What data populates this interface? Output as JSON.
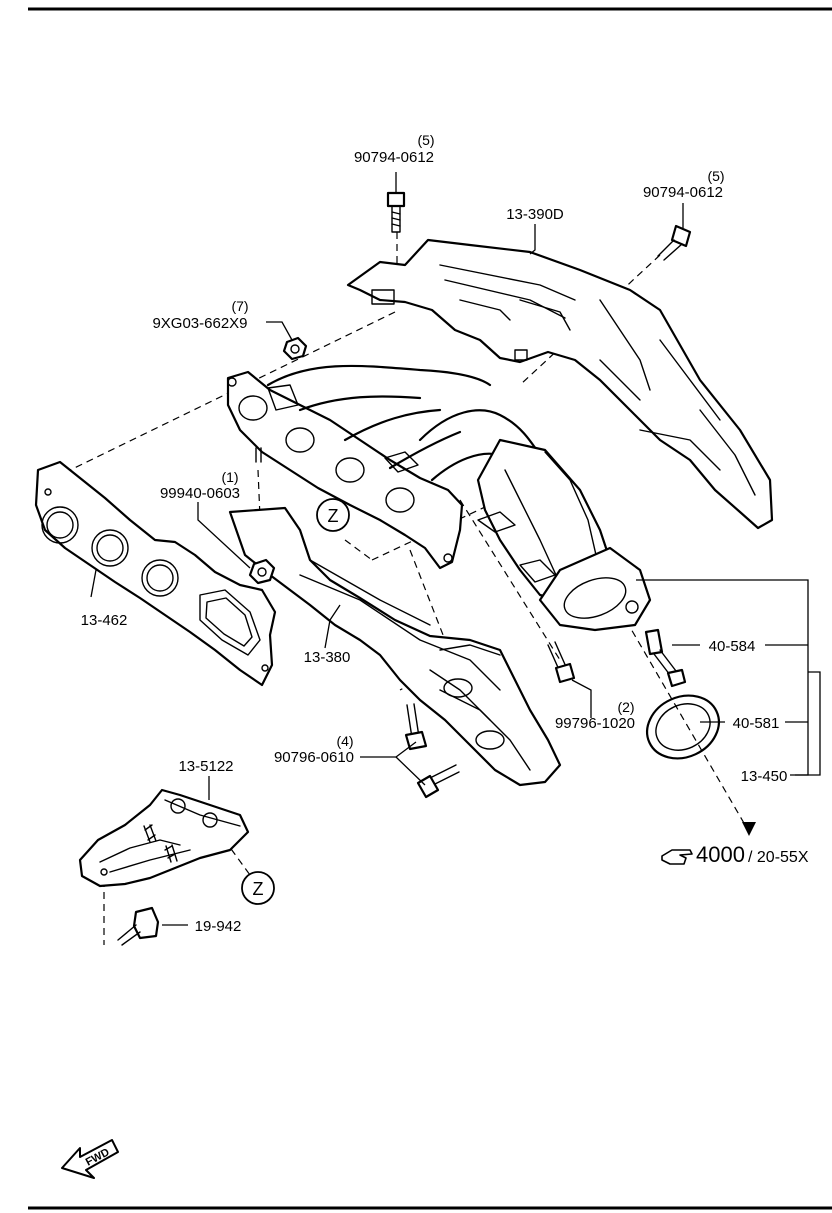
{
  "parts": {
    "heat_insulator_upper": "13-390D",
    "exhaust_manifold": "13-380",
    "manifold_gasket": "13-462",
    "heat_insulator_lower": "13-5122",
    "catalyst_assembly": "13-450",
    "gasket_ring": "40-581",
    "stud": "40-584",
    "bolt_19942": "19-942"
  },
  "fasteners": {
    "bolt_top": {
      "part": "90794-0612",
      "qty": "(5)"
    },
    "bolt_right": {
      "part": "90794-0612",
      "qty": "(5)"
    },
    "nut_7": {
      "part": "9XG03-662X9",
      "qty": "(7)"
    },
    "nut_1": {
      "part": "99940-0603",
      "qty": "(1)"
    },
    "bolt_2": {
      "part": "99796-1020",
      "qty": "(2)"
    },
    "bolt_4": {
      "part": "90796-0610",
      "qty": "(4)"
    }
  },
  "markers": {
    "z_upper": "Z",
    "z_lower": "Z"
  },
  "reference": {
    "main": "4000",
    "sub": "/ 20-55X",
    "icon": "pointing-hand-icon"
  },
  "fwd": {
    "label": "FWD",
    "icon": "forward-arrow-icon"
  }
}
